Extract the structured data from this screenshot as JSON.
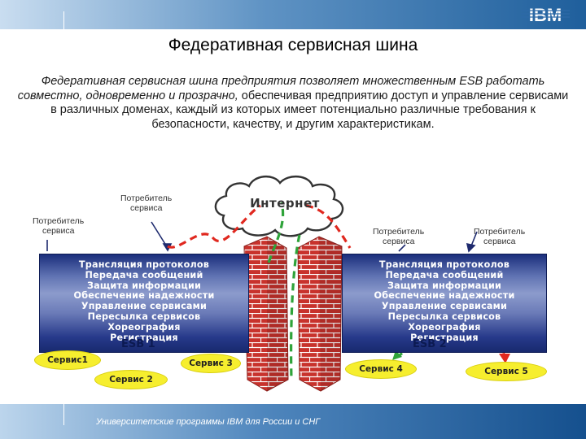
{
  "header": {
    "logo_text": "IBM"
  },
  "title": "Федеративная сервисная шина",
  "intro": {
    "italic_part": "Федеративная сервисная шина предприятия позволяет множественным ESB работать совместно, одновременно и прозрачно,",
    "regular_part": " обеспечивая предприятию доступ и управление сервисами в различных доменах, каждый из которых имеет потенциально различные требования к безопасности, качеству, и другим характеристикам."
  },
  "diagram": {
    "internet": "Интернет",
    "consumers": [
      {
        "line1": "Потребитель",
        "line2": "сервиса"
      },
      {
        "line1": "Потребитель",
        "line2": "сервиса"
      },
      {
        "line1": "Потребитель",
        "line2": "сервиса"
      },
      {
        "line1": "Потребитель",
        "line2": "сервиса"
      }
    ],
    "esb_functions": [
      "Трансляция протоколов",
      "Передача сообщений",
      "Защита информации",
      "Обеспечение надежности",
      "Управление сервисами",
      "Пересылка сервисов",
      "Хореография",
      "Регистрация"
    ],
    "esb1_name": "ESB 1",
    "esb2_name": "ESB 2",
    "services": [
      "Сервис1",
      "Сервис 2",
      "Сервис 3",
      "Сервис 4",
      "Сервис 5"
    ]
  },
  "footer": {
    "text": "Университетские программы IBM для России и СНГ"
  },
  "colors": {
    "header_blue": "#1f5f9c",
    "esb_blue": "#26398a",
    "firewall_red": "#c8322c",
    "service_yellow": "#f6ee2e",
    "path_red": "#e0281f",
    "path_green": "#2fa33a"
  }
}
